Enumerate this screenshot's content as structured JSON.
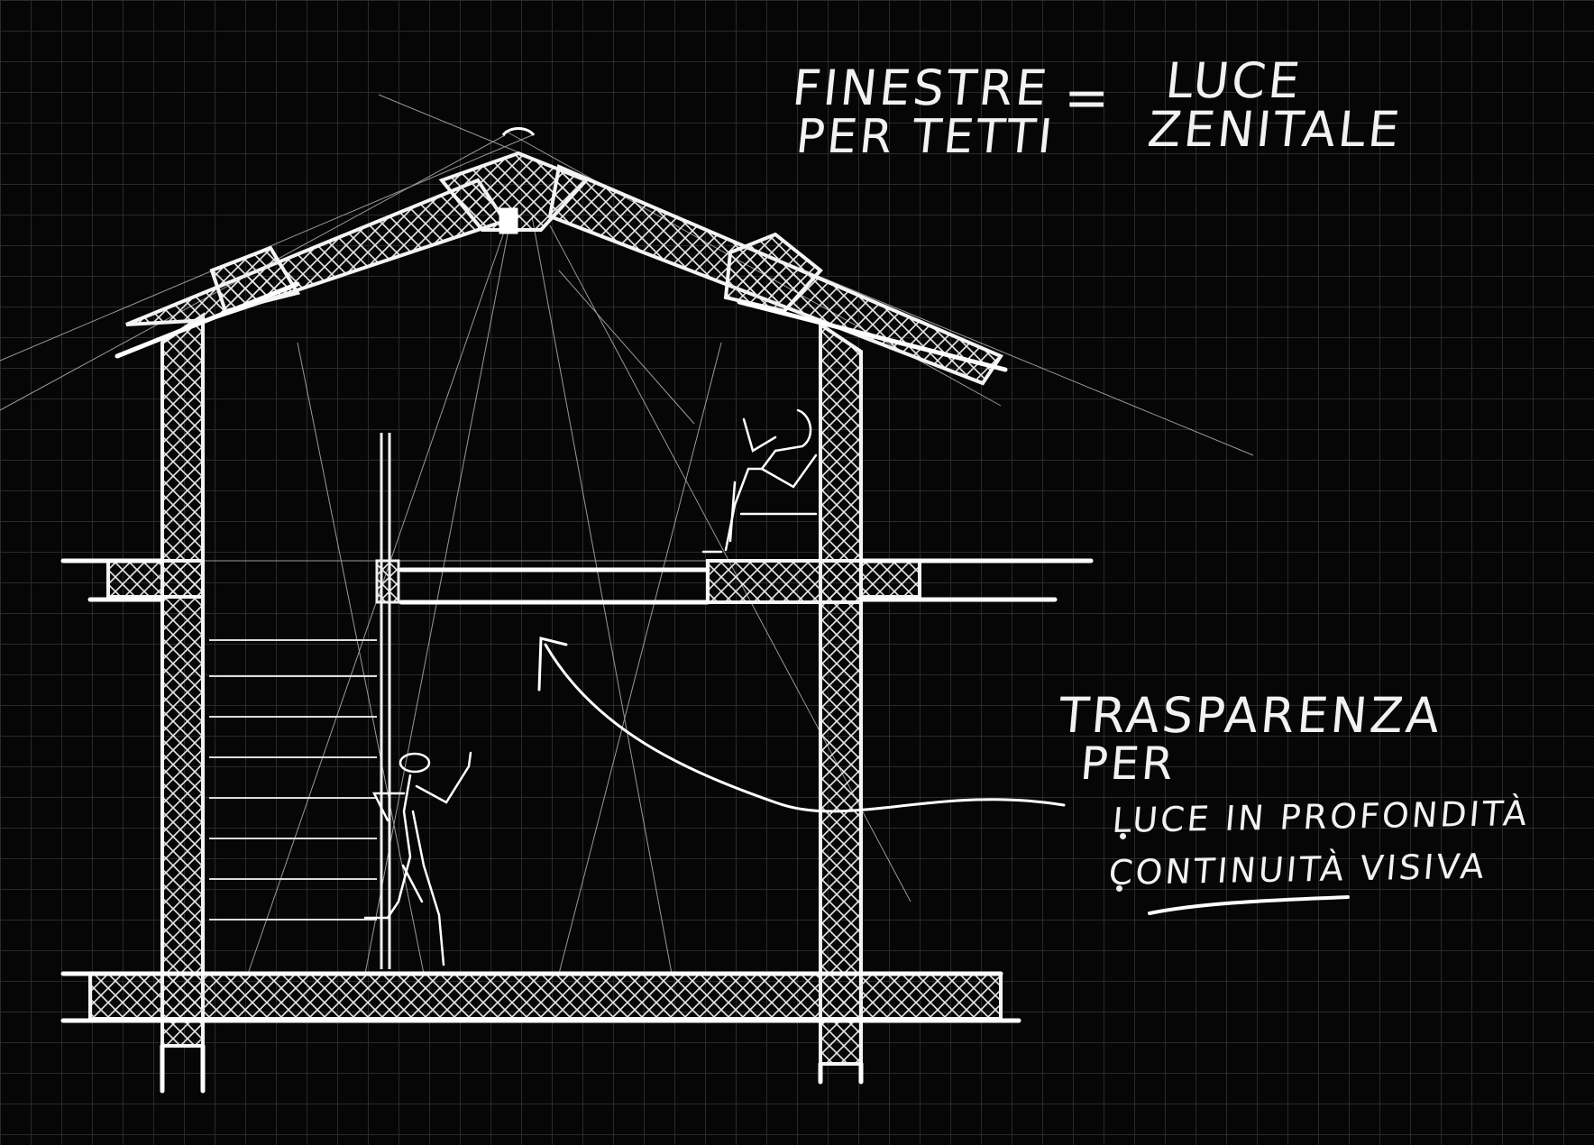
{
  "header": {
    "left_line1": "FINESTRE",
    "left_line2": "PER TETTI",
    "equals": "=",
    "right_line1": "LUCE",
    "right_line2": "ZENITALE"
  },
  "note": {
    "line1": "TRASPARENZA",
    "line2": "PER",
    "bullets": [
      "LUCE IN PROFONDITÀ",
      "CONTINUITÀ VISIVA"
    ]
  },
  "colors": {
    "background": "#060606",
    "grid": "#2a2a2a",
    "ink": "#f2f2f2"
  }
}
